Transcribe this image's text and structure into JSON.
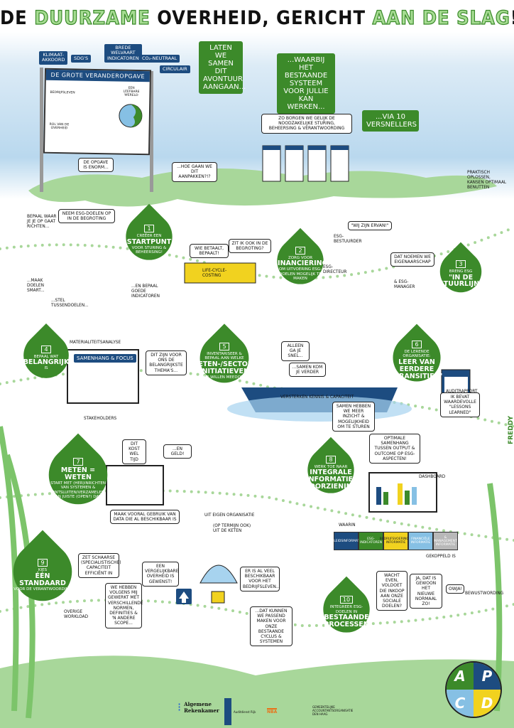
{
  "title": {
    "p1": "DE ",
    "p2": "DUURZAME",
    "p3": " OVERHEID, GERICHT ",
    "p4": "AAN DE SLAG",
    "p5": "!"
  },
  "tags": [
    "KLIMAAT-\nAKKOORD",
    "SDG'S",
    "BREDE\nWELVAART\nINDICATOREN",
    "CO₂-NEUTRAAL",
    "CIRCULAIR"
  ],
  "board": {
    "title": "DE GROTE VERANDEROPGAVE",
    "labels": [
      "BEDRIJFSLEVEN",
      "ROL VAN DE\nOVERHEID",
      "EEN\nLEEFBARE\nWERELD"
    ]
  },
  "green_boxes": [
    "LATEN WE\nSAMEN DIT\nAVONTUUR\nAANGAAN...",
    "...WAARBIJ HET\nBESTAANDE\nSYSTEEM\nVOOR JULLIE\nKAN WERKEN...",
    "...VIA 10\nVERSNELLERS"
  ],
  "bubbles": [
    "DE OPGAVE IS ENORM...",
    "...HOE GAAN WE DIT AANPAKKEN?!?",
    "ZO BORGEN WE GELIJK DE NOODZAKELIJKE STURING, BEHEERSING & VERANTWOORDING",
    "NEEM ESG-DOELEN OP IN DE BEGROTING",
    "WIE BETAALT, BEPAALT!",
    "ZIT IK OOK IN DE BEGROTING?",
    "\"WIJ ZIJN ERVAN!\"",
    "DAT NOEMEN WE EIGENAARSCHAP",
    "DIT ZIJN VOOR ONS DE BELANGRIJKSTE THEMA'S...",
    "ALLEEN GA JE SNEL...",
    "...SAMEN KOM JE VERDER",
    "SAMEN HEBBEN WE MEER INZICHT & MOGELIJKHEID OM TE STUREN",
    "IK BEVAT WAARDEVOLLE \"LESSONS LEARNED\"",
    "DIT KOST WEL TIJD",
    "...EN GELD!",
    "MAAK VOORAL GEBRUIK VAN DATA DIE AL BESCHIKBAAR IS",
    "OPTIMALE SAMENHANG TUSSEN OUTPUT & OUTCOME OP ESG-ASPECTEN!",
    "ZET SCHAARSE (SPECIALISTISCHE) CAPACITEIT EFFICIËNT IN",
    "WE HEBBEN VOLGENS MIJ GEWERKT MET VERSCHILLENDE NORMEN, DEFINITIES & 'N ANDERE SCOPE...",
    "EEN VERGELIJKBARE OVERHEID IS GEWENST!",
    "ER IS AL VEEL BESCHIKBAAR VOOR HET BEDRIJFSLEVEN...",
    "...DAT KUNNEN WE PASSEND MAKEN VOOR ONZE BESTAANDE CYCLUS & SYSTEMEN",
    "WACHT EVEN, VOLDOET DIE INKOOP AAN ONZE SOCIALE DOELEN?",
    "JA, DAT IS GEWOON HET NIEUWE NORMAAL ZO!",
    "OWJA!"
  ],
  "annotations": [
    "BEPAAL WAAR\nJE JE OP GAAT\nRICHTEN...",
    "...MAAK\nDOELEN\nSMART...",
    "...STEL\nTUSSENDOELEN...",
    "...EN BEPAAL\nGOEDE\nINDICATOREN",
    "LIFE-CYCLE-\nCOSTING",
    "ESG-\nBESTUURDER",
    "ESG-\nDIRECTEUR",
    "& ESG-\nMANAGER",
    "MATERIALITEITSANALYSE",
    "STAKEHOLDERS",
    "UIT EIGEN ORGANISATIE",
    "(OP TERMIJN OOK)\nUIT DE KETEN",
    "DASHBOARD",
    "WAARIN",
    "GEKOPPELD IS",
    "OVERIGE\nWORKLOAD",
    "PRAKTISCH OPLOSSEN,\nKANSEN OPTIMAAL\nBENUTTEN",
    "BEWUSTWORDING",
    "AUDITRAPPORT",
    "VERSTERKEN     KENNIS & CAPACITEIT"
  ],
  "focus_board": "SAMENHANG & FOCUS",
  "drops": [
    {
      "n": "1",
      "top": "CREËER EEN",
      "big": "STARTPUNT",
      "bottom": "VOOR STURING & BEHEERSING!"
    },
    {
      "n": "2",
      "top": "ZORG VOOR",
      "big": "FINANCIERING",
      "bottom": "OM UITVOERING ESG-DOELEN MOGELIJK TE MAKEN"
    },
    {
      "n": "3",
      "top": "BRENG ESG",
      "big": "\"IN DE STUURLIJN\"",
      "bottom": ""
    },
    {
      "n": "4",
      "top": "BEPAAL WAT",
      "big": "BELANGRIJK",
      "bottom": "IS"
    },
    {
      "n": "5",
      "top": "INVENTARISEER & BEPAAL AAN WELKE",
      "big": "KETEN-/SECTOR-INITIATIEVEN",
      "bottom": "WE WILLEN MEEDOEN"
    },
    {
      "n": "6",
      "top": "DE LERENDE ORGANISATIE:",
      "big": "LEER VAN EERDERE \"TRANSITIES\"",
      "bottom": ""
    },
    {
      "n": "7",
      "top": "",
      "big": "METEN = WETEN",
      "bottom": "START MET (HER)INRICHTEN VAN SYSTEMEN & ONTSLUITEN/VERZAMELEN VAN JUISTE (OPEN?) DATA"
    },
    {
      "n": "8",
      "top": "WERK TOE NAAR",
      "big": "INTEGRALE INFORMATIE-VOORZIENING",
      "bottom": ""
    },
    {
      "n": "9",
      "top": "KIES",
      "big": "ÉÉN STANDAARD",
      "bottom": "VOOR DE VERANTWOORDING"
    },
    {
      "n": "10",
      "top": "INTEGREER ESG-DOELEN IN",
      "big": "BESTAANDE PROCESSEN",
      "bottom": ""
    }
  ],
  "puzzle": [
    {
      "label": "BELEIDSINFORMATIE",
      "color": "#1d4c80"
    },
    {
      "label": "ESG-INDICATOREN",
      "color": "#3c8a2a"
    },
    {
      "label": "BEDRIJFSVOERINGS-INFORMATIE",
      "color": "#f1d21f"
    },
    {
      "label": "FINANCIËLE INFORMATIE",
      "color": "#86c0e4"
    },
    {
      "label": "& MANAGEMENT INFORMATIE",
      "color": "#b8b8b8"
    }
  ],
  "pdca": {
    "p": "P",
    "a": "A",
    "c": "C",
    "d": "D"
  },
  "logos": {
    "ar": "Algemene\nRekenkamer",
    "adr": "Auditdienst Rijk",
    "nba": "NBA",
    "gemeente": "GEMEENTELIJKE\nACCOUNTANTSORGANISATIE\nDEN HAAG"
  },
  "credit": "FREDDY",
  "colors": {
    "green": "#3c8a2a",
    "blue": "#1d4c80",
    "light_green": "#a6dc92",
    "yellow": "#f1d21f"
  }
}
